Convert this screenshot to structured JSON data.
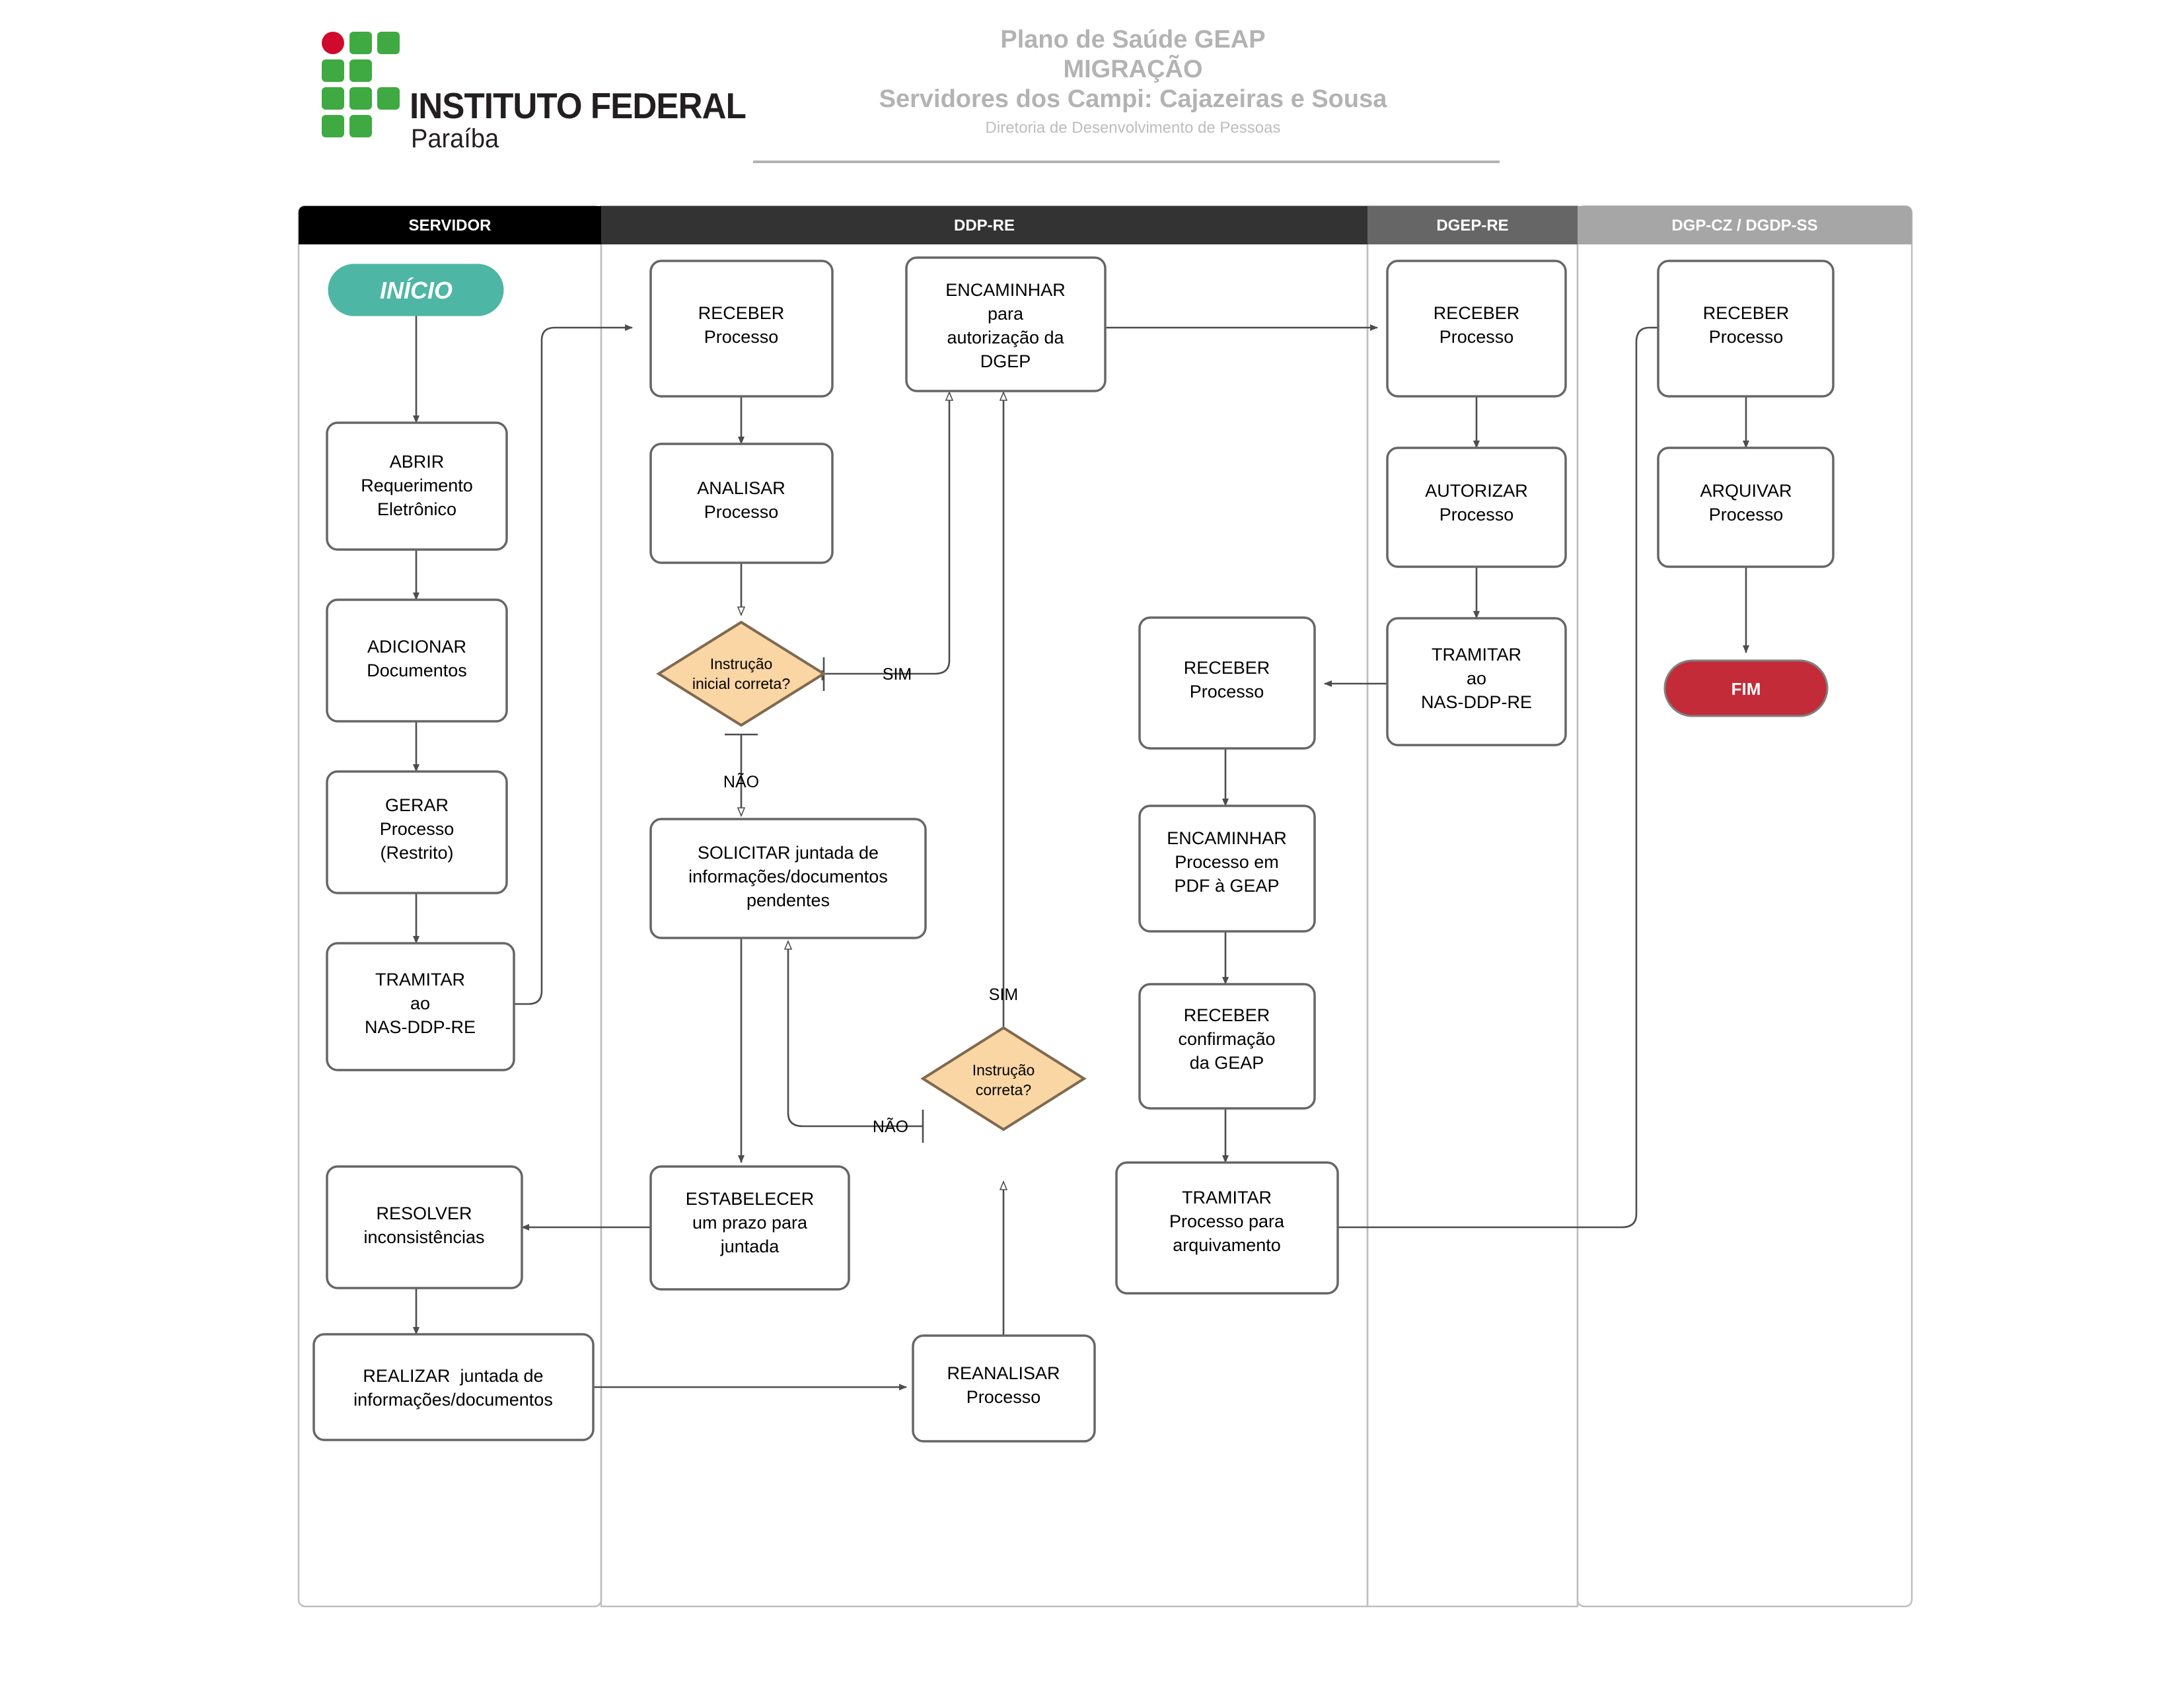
{
  "header": {
    "logo": {
      "name": "INSTITUTO FEDERAL",
      "sub": "Paraíba",
      "accent_green": "#3faa41",
      "accent_red": "#cf0a2c"
    },
    "title_lines": [
      "Plano de Saúde GEAP",
      "MIGRAÇÃO",
      "Servidores dos Campi: Cajazeiras e Sousa"
    ],
    "subtitle": "Diretoria de Desenvolvimento de Pessoas"
  },
  "lanes": [
    {
      "id": "servidor",
      "label": "SERVIDOR",
      "color": "#000000"
    },
    {
      "id": "ddpre",
      "label": "DDP-RE",
      "color": "#333333"
    },
    {
      "id": "dgepre",
      "label": "DGEP-RE",
      "color": "#666666"
    },
    {
      "id": "dgpcz",
      "label": "DGP-CZ / DGDP-SS",
      "color": "#a6a6a6"
    }
  ],
  "chart_data": {
    "type": "diagram",
    "title": "Plano de Saúde GEAP — MIGRAÇÃO — Servidores dos Campi: Cajazeiras e Sousa",
    "nodes": [
      {
        "id": "inicio",
        "lane": "servidor",
        "shape": "terminator",
        "text": "INÍCIO",
        "fill": "#4db6a4"
      },
      {
        "id": "abrir",
        "lane": "servidor",
        "shape": "process",
        "text": "ABRIR\nRequerimento\nEletrônico"
      },
      {
        "id": "adicionar",
        "lane": "servidor",
        "shape": "process",
        "text": "ADICIONAR\nDocumentos"
      },
      {
        "id": "gerar",
        "lane": "servidor",
        "shape": "process",
        "text": "GERAR\nProcesso\n(Restrito)"
      },
      {
        "id": "tramitar1",
        "lane": "servidor",
        "shape": "process",
        "text": "TRAMITAR\nao\nNAS-DDP-RE"
      },
      {
        "id": "resolver",
        "lane": "servidor",
        "shape": "process",
        "text": "RESOLVER\ninconsistências"
      },
      {
        "id": "realizar",
        "lane": "servidor",
        "shape": "process",
        "text": "REALIZAR  juntada de\ninformações/documentos"
      },
      {
        "id": "receber1",
        "lane": "ddpre",
        "shape": "process",
        "text": "RECEBER\nProcesso"
      },
      {
        "id": "analisar",
        "lane": "ddpre",
        "shape": "process",
        "text": "ANALISAR\nProcesso"
      },
      {
        "id": "dec1",
        "lane": "ddpre",
        "shape": "decision",
        "text": "Instrução\ninicial correta?"
      },
      {
        "id": "solicitar",
        "lane": "ddpre",
        "shape": "process",
        "text": "SOLICITAR juntada de\ninformações/documentos\npendentes"
      },
      {
        "id": "estabelecer",
        "lane": "ddpre",
        "shape": "process",
        "text": "ESTABELECER\num prazo para\njuntada"
      },
      {
        "id": "reanalisar",
        "lane": "ddpre",
        "shape": "process",
        "text": "REANALISAR\nProcesso"
      },
      {
        "id": "dec2",
        "lane": "ddpre",
        "shape": "decision",
        "text": "Instrução\ncorreta?"
      },
      {
        "id": "encaminhar1",
        "lane": "ddpre",
        "shape": "process",
        "text": "ENCAMINHAR\npara\nautorização da\nDGEP"
      },
      {
        "id": "receber3",
        "lane": "ddpre",
        "shape": "process",
        "text": "RECEBER\nProcesso"
      },
      {
        "id": "encaminhar2",
        "lane": "ddpre",
        "shape": "process",
        "text": "ENCAMINHAR\nProcesso em\nPDF à GEAP"
      },
      {
        "id": "receberconf",
        "lane": "ddpre",
        "shape": "process",
        "text": "RECEBER\nconfirmação\nda GEAP"
      },
      {
        "id": "tramitararq",
        "lane": "ddpre",
        "shape": "process",
        "text": "TRAMITAR\nProcesso para\narquivamento"
      },
      {
        "id": "receber2",
        "lane": "dgepre",
        "shape": "process",
        "text": "RECEBER\nProcesso"
      },
      {
        "id": "autorizar",
        "lane": "dgepre",
        "shape": "process",
        "text": "AUTORIZAR\nProcesso"
      },
      {
        "id": "tramitar2",
        "lane": "dgepre",
        "shape": "process",
        "text": "TRAMITAR\nao\nNAS-DDP-RE"
      },
      {
        "id": "receber4",
        "lane": "dgpcz",
        "shape": "process",
        "text": "RECEBER\nProcesso"
      },
      {
        "id": "arquivar",
        "lane": "dgpcz",
        "shape": "process",
        "text": "ARQUIVAR\nProcesso"
      },
      {
        "id": "fim",
        "lane": "dgpcz",
        "shape": "terminator",
        "text": "FIM",
        "fill": "#c22b37"
      }
    ],
    "edges": [
      {
        "from": "inicio",
        "to": "abrir"
      },
      {
        "from": "abrir",
        "to": "adicionar"
      },
      {
        "from": "adicionar",
        "to": "gerar"
      },
      {
        "from": "gerar",
        "to": "tramitar1"
      },
      {
        "from": "tramitar1",
        "to": "receber1"
      },
      {
        "from": "receber1",
        "to": "analisar"
      },
      {
        "from": "analisar",
        "to": "dec1"
      },
      {
        "from": "dec1",
        "to": "encaminhar1",
        "label": "SIM"
      },
      {
        "from": "dec1",
        "to": "solicitar",
        "label": "NÃO"
      },
      {
        "from": "solicitar",
        "to": "estabelecer"
      },
      {
        "from": "estabelecer",
        "to": "resolver"
      },
      {
        "from": "resolver",
        "to": "realizar"
      },
      {
        "from": "realizar",
        "to": "reanalisar"
      },
      {
        "from": "reanalisar",
        "to": "dec2"
      },
      {
        "from": "dec2",
        "to": "encaminhar1",
        "label": "SIM"
      },
      {
        "from": "dec2",
        "to": "solicitar",
        "label": "NÃO"
      },
      {
        "from": "encaminhar1",
        "to": "receber2"
      },
      {
        "from": "receber2",
        "to": "autorizar"
      },
      {
        "from": "autorizar",
        "to": "tramitar2"
      },
      {
        "from": "tramitar2",
        "to": "receber3"
      },
      {
        "from": "receber3",
        "to": "encaminhar2"
      },
      {
        "from": "encaminhar2",
        "to": "receberconf"
      },
      {
        "from": "receberconf",
        "to": "tramitararq"
      },
      {
        "from": "tramitararq",
        "to": "receber4"
      },
      {
        "from": "receber4",
        "to": "arquivar"
      },
      {
        "from": "arquivar",
        "to": "fim"
      }
    ],
    "labels": {
      "yes": "SIM",
      "no": "NÃO"
    }
  }
}
